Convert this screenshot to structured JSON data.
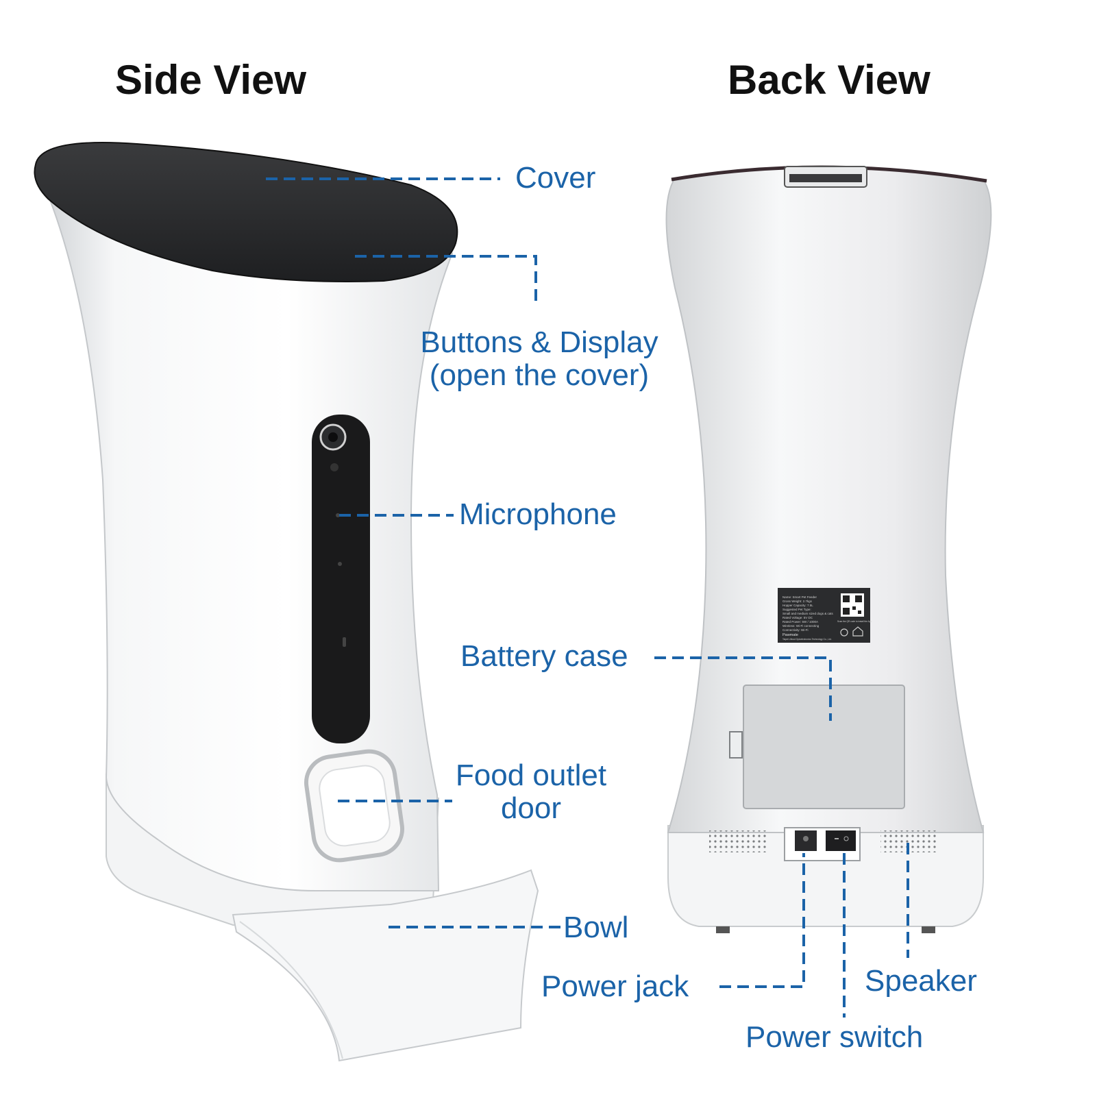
{
  "titles": {
    "side_view": "Side View",
    "back_view": "Back View"
  },
  "labels": {
    "cover": "Cover",
    "buttons_display_line1": "Buttons & Display",
    "buttons_display_line2": "(open the cover)",
    "microphone": "Microphone",
    "food_outlet_line1": "Food outlet",
    "food_outlet_line2": "door",
    "bowl": "Bowl",
    "battery_case": "Battery case",
    "power_jack": "Power jack",
    "speaker": "Speaker",
    "power_switch": "Power switch"
  },
  "colors": {
    "callout": "#1b63a8",
    "title": "#111111",
    "device_body": "#f2f3f4",
    "cover": "#2a2b2d"
  },
  "product_label": {
    "lines": [
      "Name: Smart Pet Feeder",
      "Gross Weight: 2.7kgs",
      "Hopper Capacity: 7.5L",
      "Suggested Pet Type:",
      "Small and medium sized dogs & cats",
      "Rated Voltage: 5V DC",
      "Rated Power: 5W / 1000A",
      "Wireless: Wi-Fi connecting",
      "Connectivity: Wi-Fi"
    ],
    "brand": "Pawmate",
    "qr_caption": "Scan the QR code to install the App",
    "manufacturer": "Taipei Lifeout Optoelectronics Technology Co., Ltd."
  }
}
